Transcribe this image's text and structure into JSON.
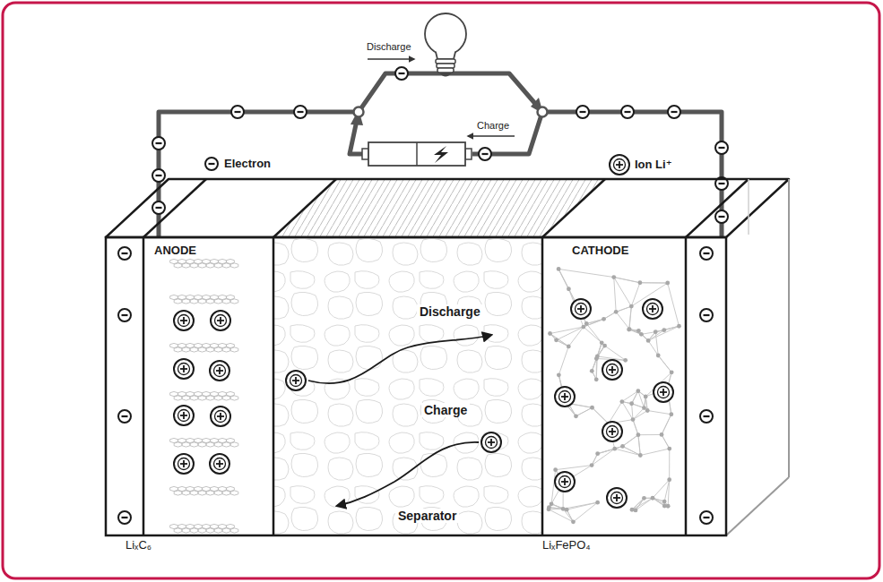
{
  "diagram": {
    "nodes": [
      {
        "text": [
          "ANODE",
          "LiₓC₆"
        ]
      },
      {
        "text": [
          "Discharge",
          "Charge",
          "Separator"
        ]
      },
      {
        "text": [
          "CATHODE",
          "LiₓFePO₄"
        ]
      }
    ],
    "edges": [
      {
        "from": 0,
        "to": 2,
        "arrow": "none"
      }
    ],
    "labels": [
      "Discharge",
      "Charge"
    ],
    "legend": [
      {
        "text": "Electron"
      },
      {
        "text": "Ion Li⁺"
      }
    ]
  }
}
